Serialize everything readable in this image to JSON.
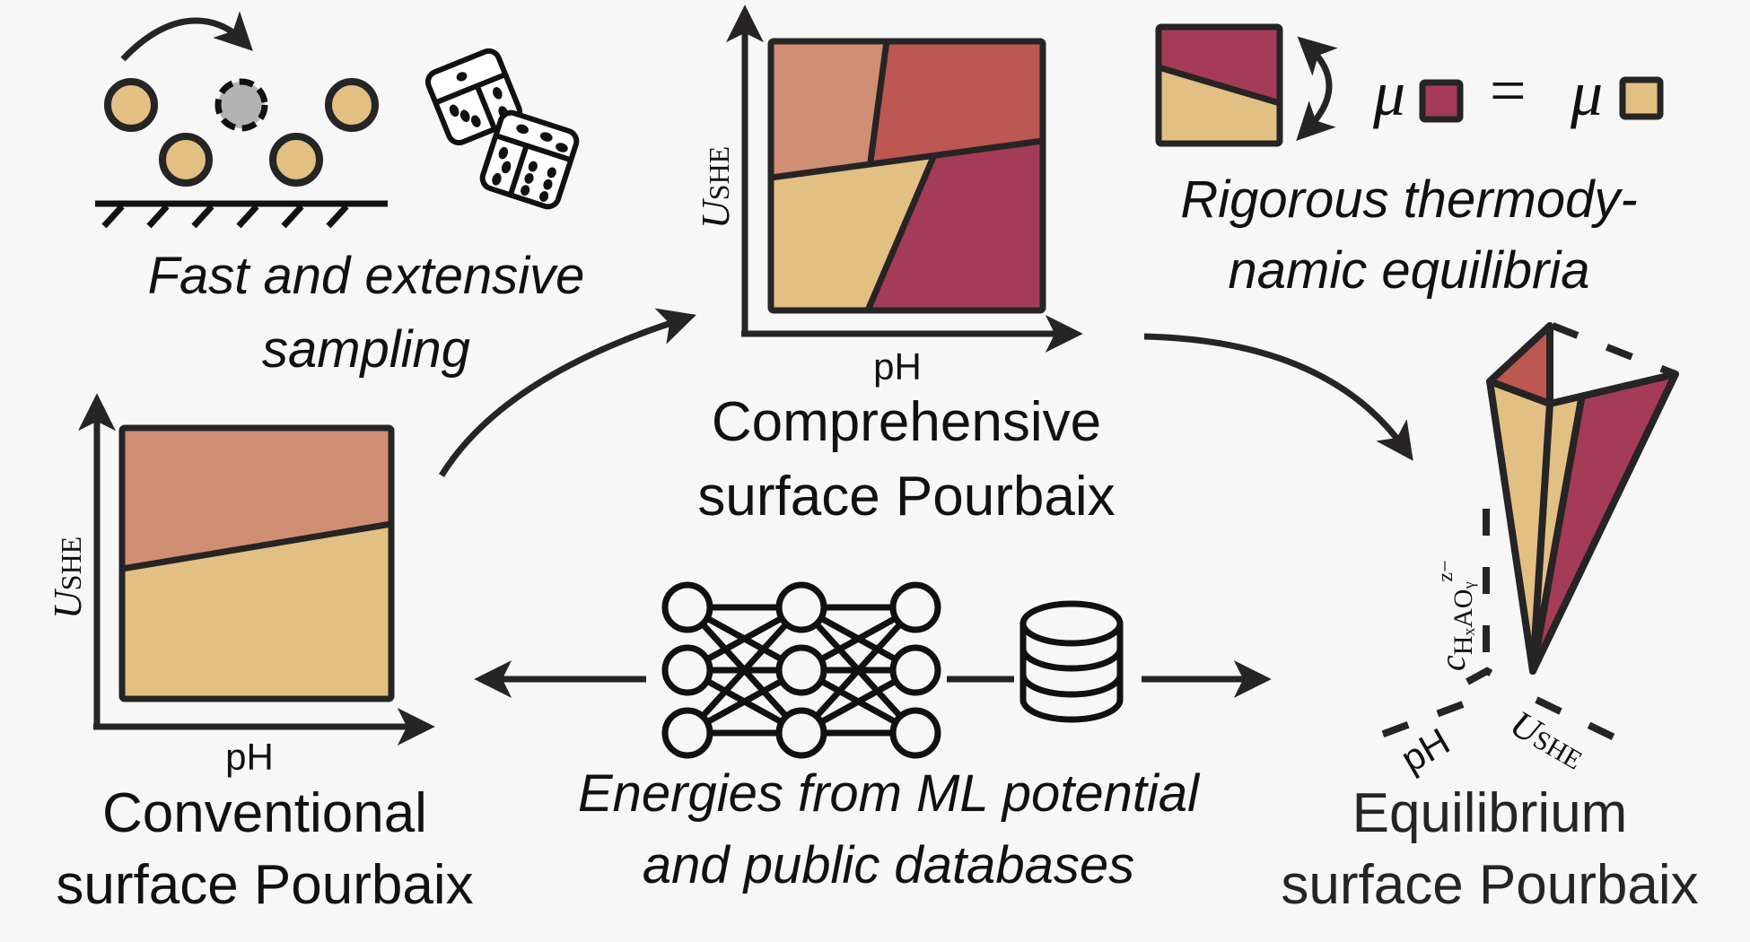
{
  "colors": {
    "background": "#f7f7f7",
    "stroke": "#262425",
    "sand": "#e2bf83",
    "salmon": "#d08e74",
    "brick": "#bc5752",
    "crimson": "#a43b57",
    "vacancy": "#b3b3b3"
  },
  "sampling": {
    "caption_line1": "Fast and extensive",
    "caption_line2": "sampling",
    "icons": [
      "adsorbate-atom",
      "vacancy-site",
      "hop-arrow",
      "surface",
      "dice"
    ]
  },
  "comprehensive": {
    "xlabel": "pH",
    "ylabel_main": "U",
    "ylabel_sub": "SHE",
    "title_line1": "Comprehensive",
    "title_line2": "surface Pourbaix",
    "regions": [
      "salmon",
      "brick",
      "sand",
      "crimson"
    ]
  },
  "equilibria": {
    "mu_symbol": "μ",
    "equals": "=",
    "caption_line1": "Rigorous thermody-",
    "caption_line2": "namic equilibria"
  },
  "conventional": {
    "xlabel": "pH",
    "ylabel_main": "U",
    "ylabel_sub": "SHE",
    "title_line1": "Conventional",
    "title_line2": "surface Pourbaix",
    "regions": [
      "salmon",
      "sand"
    ]
  },
  "energies": {
    "caption_line1": "Energies from ML potential",
    "caption_line2": "and public databases",
    "icons": [
      "neural-network",
      "database"
    ]
  },
  "equilibrium": {
    "axis_ph": "pH",
    "axis_u_main": "U",
    "axis_u_sub": "SHE",
    "axis_c_main": "c",
    "axis_c_sub": "HₓAOᵧ",
    "axis_c_sup": "z−",
    "title_line1": "Equilibrium",
    "title_line2": "surface Pourbaix"
  }
}
